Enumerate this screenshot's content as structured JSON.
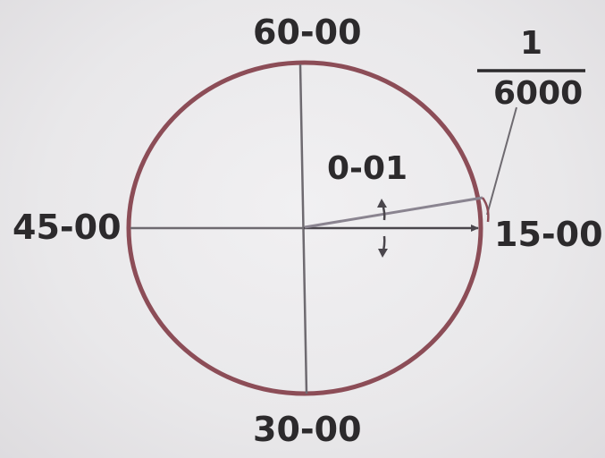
{
  "labels": {
    "top": "60-00",
    "right": "15-00",
    "bottom": "30-00",
    "left": "45-00",
    "angle": "0-01",
    "fraction_numerator": "1",
    "fraction_denominator": "6000"
  },
  "colors": {
    "circle": "#8c4d57",
    "lines": "#6e6a70",
    "text": "#2c2a2c",
    "background": "#ebeaec"
  }
}
